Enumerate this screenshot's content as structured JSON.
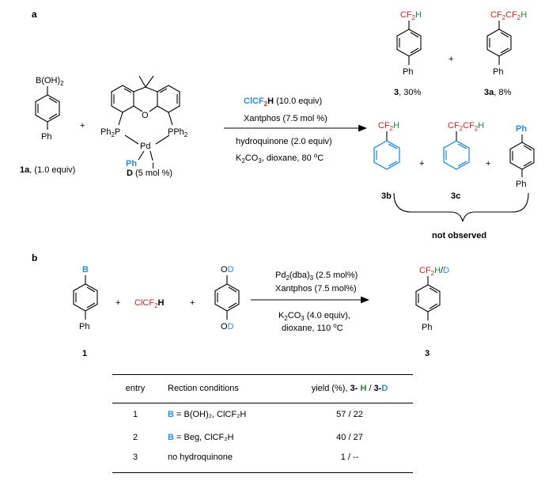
{
  "colors": {
    "blue": "#2a8de2",
    "red": "#c62828",
    "green": "#1a8a3a"
  },
  "panel_a": {
    "label": "a",
    "reactant_1a": {
      "group": "B(OH)",
      "group_sub": "2",
      "para": "Ph",
      "id": "1a",
      "amount": ", (1.0 equiv)"
    },
    "plus": "+",
    "catalyst_D": {
      "id": "D",
      "amount": " (5 mol %)",
      "p_left": "Ph",
      "p_left_sub": "2",
      "p_left_atom": "P",
      "p_right": "PPh",
      "p_right_sub": "2",
      "o_atom": "O",
      "pd": "Pd",
      "ph": "Ph",
      "i": "I"
    },
    "conditions": {
      "reagent_cl": "ClCF",
      "reagent_sub": "2",
      "reagent_h": "H",
      "reagent_amt": " (10.0 equiv)",
      "ligand": "Xantphos (7.5 mol %)",
      "additive": "hydroquinone (2.0 equiv)",
      "base_a": "K",
      "base_sub1": "2",
      "base_b": "CO",
      "base_sub2": "3",
      "base_c": ", dioxane, 80 ",
      "deg": "o",
      "unit": "C"
    },
    "product_3": {
      "cf": "CF",
      "sub": "2",
      "h": "H",
      "para": "Ph",
      "id": "3",
      "yield": ", 30%"
    },
    "product_3a": {
      "cf": "CF",
      "sub1": "2",
      "mid": "CF",
      "sub2": "2",
      "h": "H",
      "para": "Ph",
      "id": "3a",
      "yield": ", 8%"
    },
    "product_3b": {
      "cf": "CF",
      "sub": "2",
      "h": "H",
      "id": "3b"
    },
    "product_3c": {
      "cf": "CF",
      "sub1": "2",
      "mid": "CF",
      "sub2": "2",
      "h": "H",
      "id": "3c"
    },
    "product_biphenyl": {
      "top": "Ph",
      "bottom": "Ph"
    },
    "not_observed": "not observed"
  },
  "panel_b": {
    "label": "b",
    "reactant_1": {
      "group": "B",
      "para": "Ph",
      "id": "1"
    },
    "reagent": {
      "cl": "Cl",
      "cf": "CF",
      "sub": "2",
      "h": "H"
    },
    "hydroquinone_d": {
      "top": "OD",
      "top_o": "O",
      "top_d": "D",
      "bottom_o": "O",
      "bottom_d": "D"
    },
    "conditions": {
      "cat_a": "Pd",
      "cat_sub1": "2",
      "cat_b": "(dba)",
      "cat_sub2": "3",
      "cat_c": " (2.5 mol%)",
      "ligand": "Xantphos (7.5 mol%)",
      "base_a": "K",
      "base_sub1": "2",
      "base_b": "CO",
      "base_sub2": "3",
      "base_c": " (4.0 equiv),",
      "solvent": "dioxane, 110 ",
      "deg": "o",
      "unit": "C"
    },
    "product_3": {
      "cf": "CF",
      "sub": "2",
      "h": "H",
      "slash": "/",
      "d": "D",
      "para": "Ph",
      "id": "3"
    }
  },
  "table": {
    "headers": {
      "entry": "entry",
      "conditions": "Rection conditions",
      "yield_prefix": "yield (%), ",
      "yield_3h_a": "3- ",
      "yield_3h_b": "H",
      "yield_sep": " / ",
      "yield_3d_a": "3-",
      "yield_3d_b": "D"
    },
    "rows": [
      {
        "entry": "1",
        "b": "B",
        "cond": " = B(OH)₂, ClCF₂H",
        "yield": "57 / 22"
      },
      {
        "entry": "2",
        "b": "B",
        "cond": " = Beg, ClCF₂H",
        "yield": "40 / 27"
      },
      {
        "entry": "3",
        "b": "",
        "cond": "no hydroquinone",
        "yield": "1 / --"
      }
    ]
  }
}
